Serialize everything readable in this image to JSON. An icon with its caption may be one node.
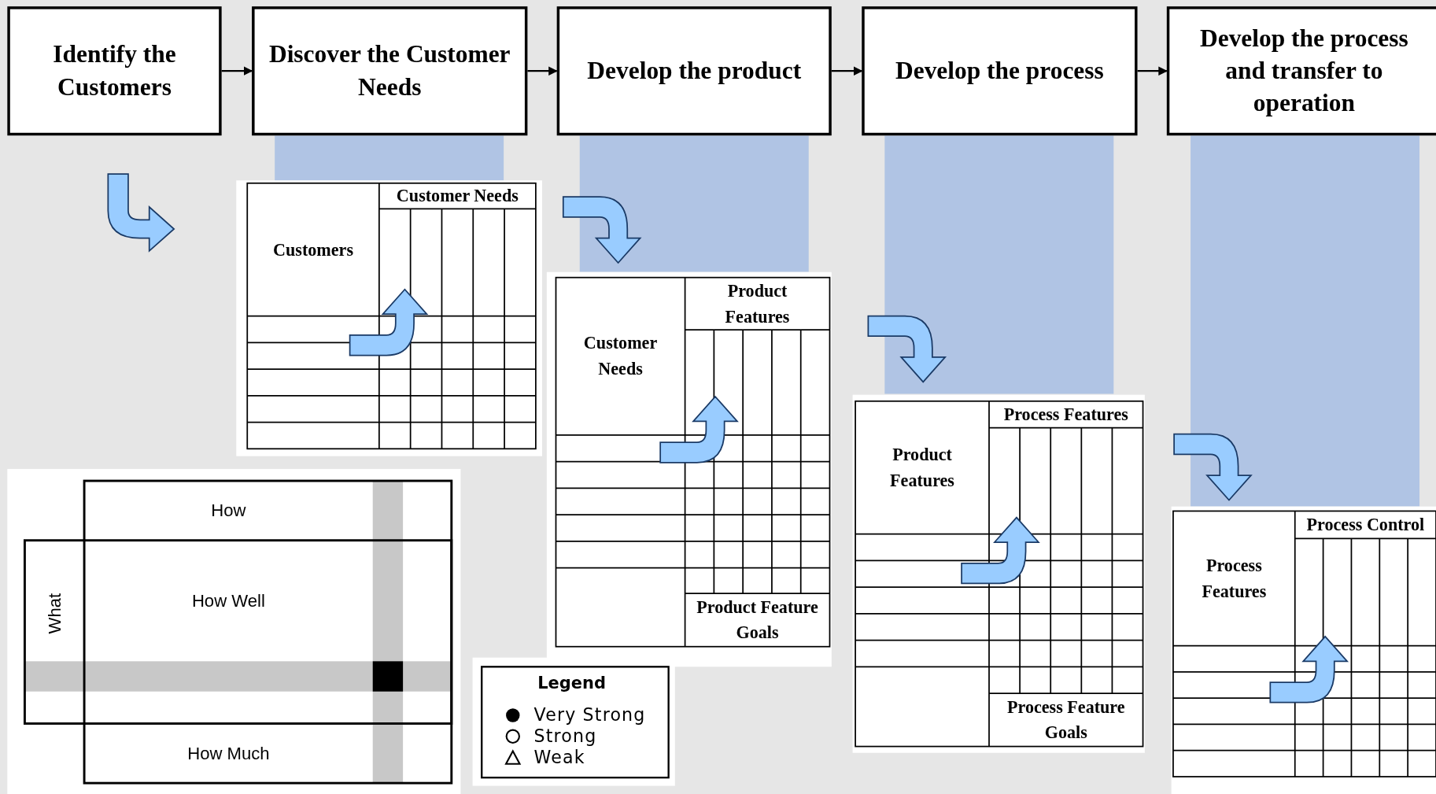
{
  "diagram": {
    "nodes": [
      {
        "text": [
          "Identify the Customers"
        ]
      },
      {
        "text": [
          "Discover the Customer Needs"
        ]
      },
      {
        "text": [
          "Develop the product"
        ]
      },
      {
        "text": [
          "Develop the process"
        ]
      },
      {
        "text": [
          "Develop the process and transfer to operation"
        ]
      },
      {
        "text": [
          "Customers",
          "Customer Needs"
        ]
      },
      {
        "text": [
          "Customer Needs",
          "Product Features",
          "Product Feature Goals"
        ]
      },
      {
        "text": [
          "Product Features",
          "Process Features",
          "Process Feature Goals"
        ]
      },
      {
        "text": [
          "Process Features",
          "Process Control"
        ]
      },
      {
        "text": [
          "How",
          "What",
          "How Well",
          "How Much"
        ]
      },
      {
        "text": [],
        "shape": "bar"
      },
      {
        "text": [],
        "shape": "bar"
      },
      {
        "text": [],
        "shape": "bar"
      },
      {
        "text": [],
        "shape": "bar"
      }
    ],
    "edges": [
      {
        "from": 0,
        "to": 1,
        "arrow": "to"
      },
      {
        "from": 1,
        "to": 2,
        "arrow": "to"
      },
      {
        "from": 2,
        "to": 3,
        "arrow": "to"
      },
      {
        "from": 3,
        "to": 4,
        "arrow": "to"
      }
    ],
    "labels": [
      "Legend"
    ],
    "legend": [
      {
        "text": "Very Strong"
      },
      {
        "text": "Strong"
      },
      {
        "text": "Weak"
      }
    ]
  }
}
